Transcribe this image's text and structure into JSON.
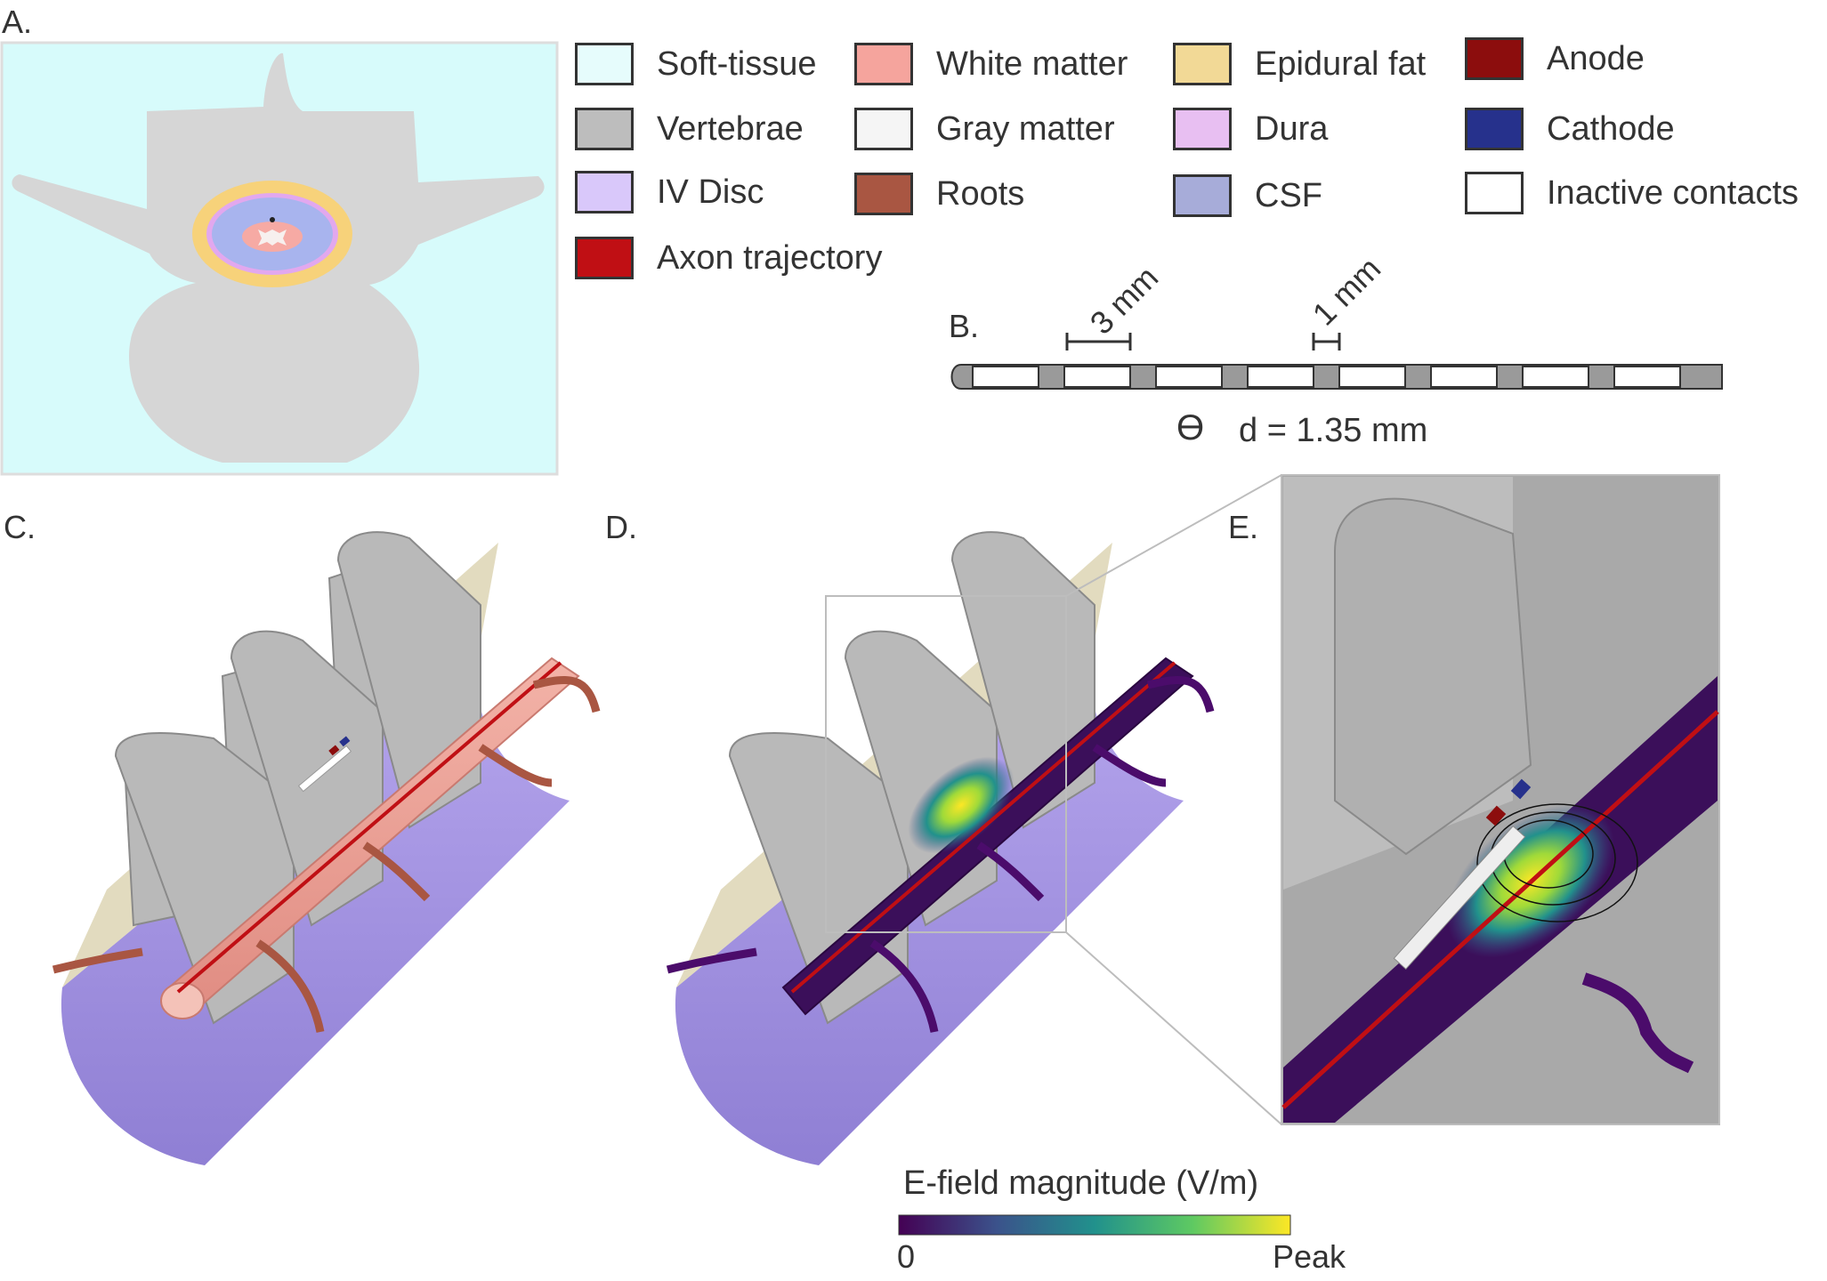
{
  "panels": {
    "a": "A.",
    "b": "B.",
    "c": "C.",
    "d": "D.",
    "e": "E."
  },
  "legend": [
    {
      "label": "Soft-tissue",
      "color": "#e6fcfc"
    },
    {
      "label": "Vertebrae",
      "color": "#bdbdbd"
    },
    {
      "label": "IV Disc",
      "color": "#d9c8fa"
    },
    {
      "label": "Axon trajectory",
      "color": "#c00f14"
    },
    {
      "label": "White matter",
      "color": "#f5a49d"
    },
    {
      "label": "Gray matter",
      "color": "#f5f5f5"
    },
    {
      "label": "Roots",
      "color": "#a95642"
    },
    {
      "label": "Epidural fat",
      "color": "#f2d996"
    },
    {
      "label": "Dura",
      "color": "#e8bff2"
    },
    {
      "label": "CSF",
      "color": "#a7acd9"
    },
    {
      "label": "Anode",
      "color": "#8c0d0d"
    },
    {
      "label": "Cathode",
      "color": "#26318c"
    },
    {
      "label": "Inactive contacts",
      "color": "#ffffff"
    }
  ],
  "lead": {
    "contact_spacing_label": "3 mm",
    "gap_label": "1 mm",
    "diameter_symbol": "ϴ",
    "diameter_label": "d = 1.35 mm"
  },
  "colorbar": {
    "title": "E-field magnitude (V/m)",
    "min_label": "0",
    "max_label": "Peak",
    "colors": [
      "#440154",
      "#3b528b",
      "#21918c",
      "#5ec962",
      "#fde725"
    ]
  }
}
